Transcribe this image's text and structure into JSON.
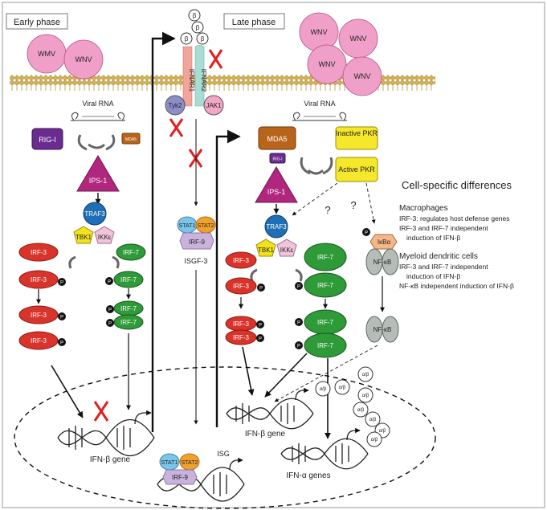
{
  "phases": {
    "early": "Early phase",
    "late": "Late phase"
  },
  "viruses": {
    "wmv": "WMV",
    "wnv": "WNV"
  },
  "receptor": {
    "beta": "β",
    "ifnar1": "IFNAR1",
    "ifnar2": "IFNAR2",
    "tyk2": "Tyk2",
    "jak1": "JAK1"
  },
  "early": {
    "viral_rna": "Viral RNA",
    "rig_i": "RIG-I",
    "mda5": "MDA5",
    "ips1": "IPS-1",
    "traf3": "TRAF3",
    "tbk1": "TBK1",
    "ikke": "IKKε",
    "irf3": "IRF-3",
    "irf7": "IRF-7",
    "p": "P",
    "ifnb_gene": "IFN-β gene"
  },
  "center": {
    "stat1": "STAT1",
    "stat2": "STAT2",
    "irf9": "IRF-9",
    "isgf3": "ISGF-3",
    "isg": "ISG"
  },
  "late": {
    "viral_rna": "Viral RNA",
    "mda5": "MDA5",
    "rig_i": "RIG-I",
    "ips1": "IPS-1",
    "inactive_pkr": "Inactive PKR",
    "active_pkr": "Active PKR",
    "question": "?",
    "traf3": "TRAF3",
    "tbk1": "TBK1",
    "ikke": "IKKε",
    "irf3": "IRF-3",
    "irf7": "IRF-7",
    "ikba": "IκBα",
    "nfkb": "NF-κB",
    "ifnb_gene": "IFN-β gene",
    "ifna_genes": "IFN-α genes",
    "ab": "α/β"
  },
  "differences": {
    "title": "Cell-specific differences",
    "macrophages": {
      "heading": "Macrophages",
      "lines": [
        "IRF-3: regulates host defense genes",
        "IRF-3 and IRF-7 independent",
        "induction of IFN-β"
      ]
    },
    "myeloid": {
      "heading": "Myeloid dendritic cells",
      "lines": [
        "IRF-3 and IRF-7 independent",
        "induction of IFN-β",
        "NF-κB independent induction of IFN-β"
      ]
    }
  },
  "colors": {
    "virus": "#f0a0c8",
    "rig_i": "#6a2c91",
    "mda5": "#b8651b",
    "ips1": "#b0277d",
    "traf3": "#1e6fb5",
    "tbk1": "#f2e21c",
    "ikke": "#f2c4dc",
    "irf3": "#d9342b",
    "irf7": "#2e9a38",
    "pkr": "#f5e72a",
    "stat1": "#79c6ea",
    "stat2": "#f0a12e",
    "irf9": "#c9b3dc",
    "ifnar1": "#f2a49a",
    "ifnar2": "#a9ddd4",
    "membrane": "#d9b24a",
    "block": "#e02020"
  }
}
